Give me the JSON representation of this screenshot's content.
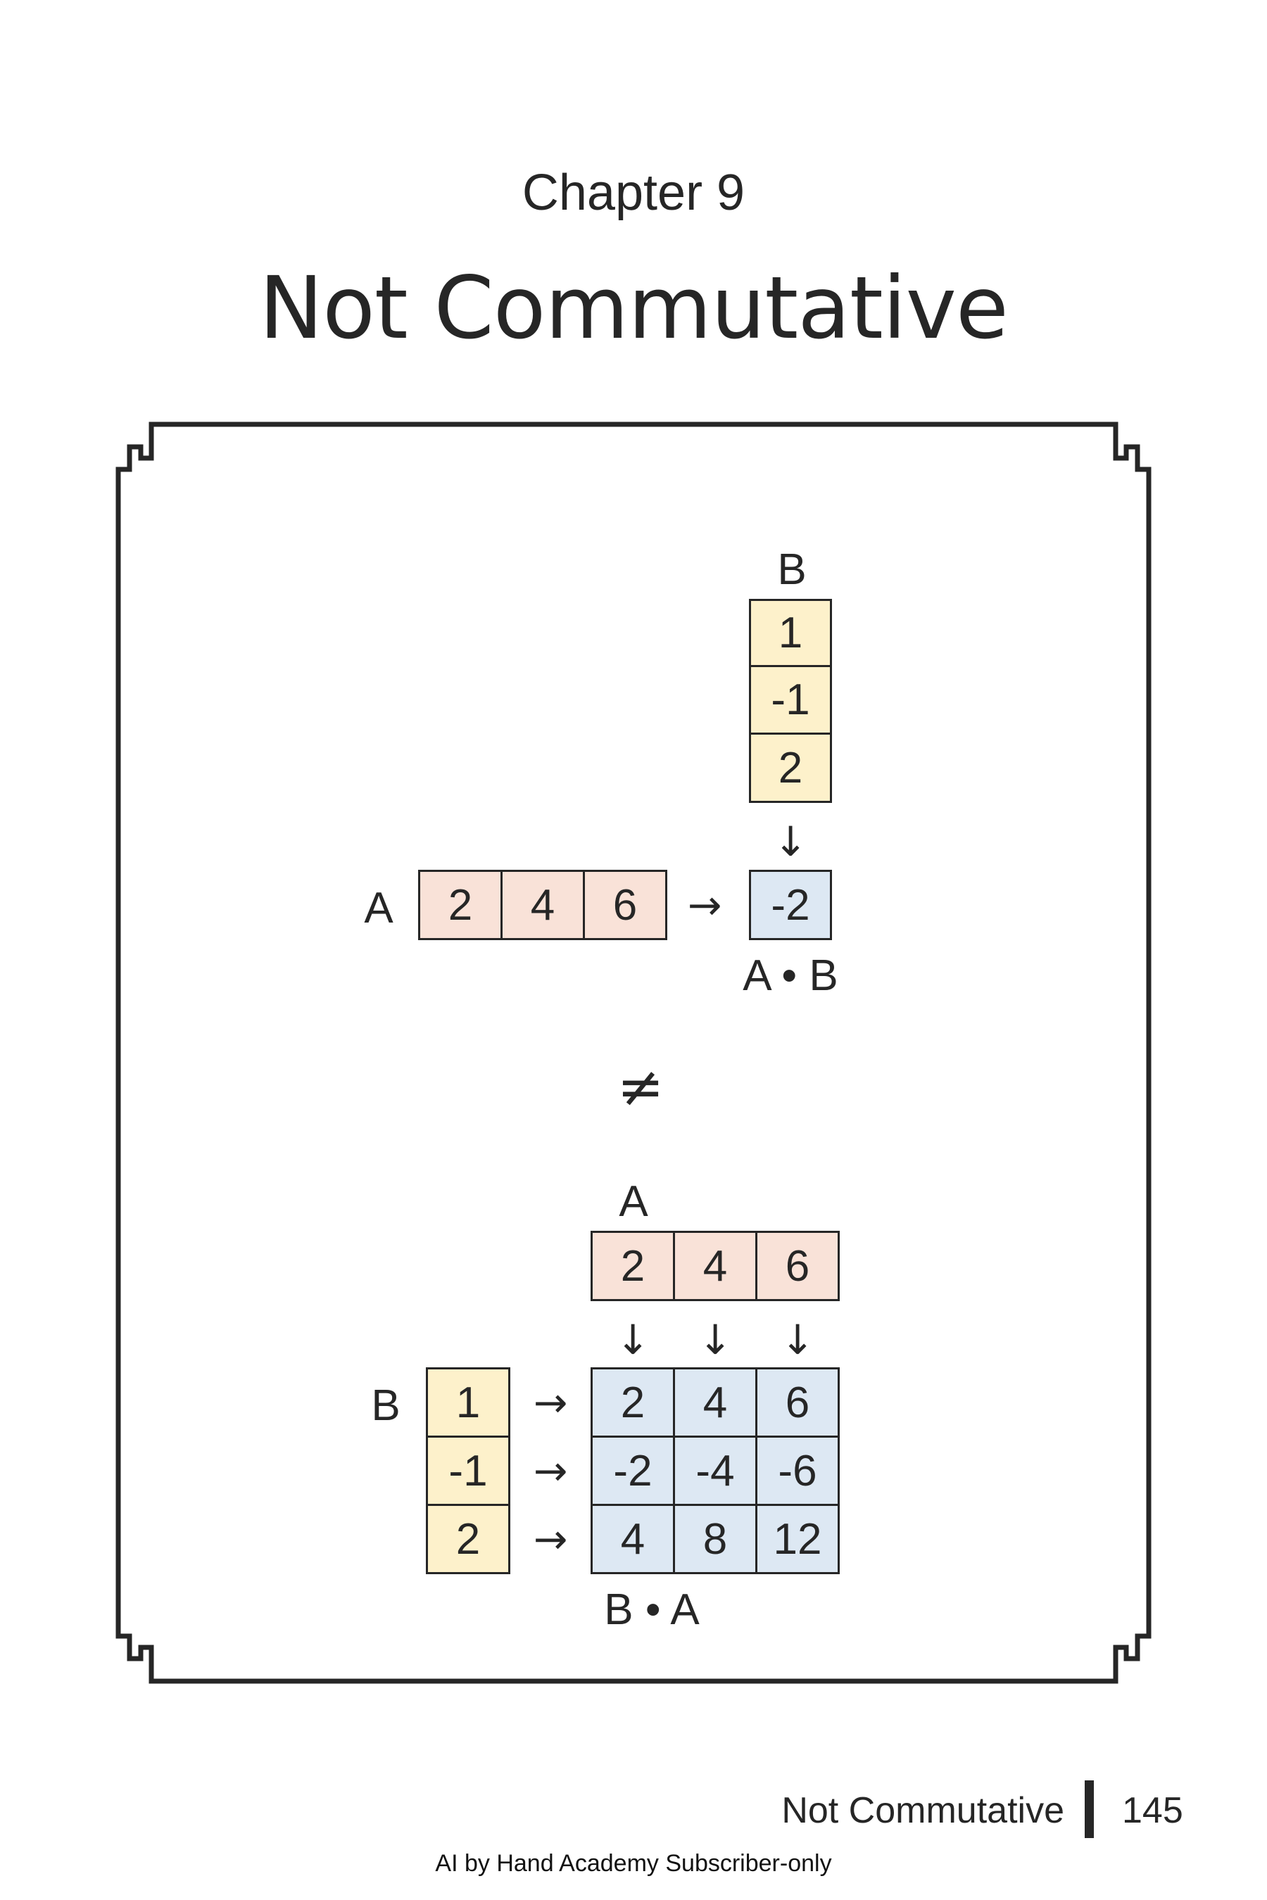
{
  "header": {
    "chapter_label": "Chapter 9",
    "title": "Not Commutative"
  },
  "figure": {
    "top": {
      "b_label": "B",
      "b_values": [
        "1",
        "-1",
        "2"
      ],
      "down_arrow": "↓",
      "a_label": "A",
      "a_values": [
        "2",
        "4",
        "6"
      ],
      "right_arrow": "→",
      "result": "-2",
      "result_label": "A • B"
    },
    "not_equal": "≠",
    "bottom": {
      "a_label": "A",
      "a_values": [
        "2",
        "4",
        "6"
      ],
      "down_arrows": [
        "↓",
        "↓",
        "↓"
      ],
      "b_label": "B",
      "b_values": [
        "1",
        "-1",
        "2"
      ],
      "right_arrows": [
        "→",
        "→",
        "→"
      ],
      "result_rows": [
        [
          "2",
          "4",
          "6"
        ],
        [
          "-2",
          "-4",
          "-6"
        ],
        [
          "4",
          "8",
          "12"
        ]
      ],
      "result_label": "B • A"
    }
  },
  "footer": {
    "running_title": "Not Commutative",
    "page_number": "145",
    "notice": "AI by Hand Academy Subscriber-only"
  },
  "colors": {
    "a_fill": "#f9e2d8",
    "b_fill": "#fdf1cb",
    "result_fill": "#dde8f3",
    "ink": "#262626"
  }
}
